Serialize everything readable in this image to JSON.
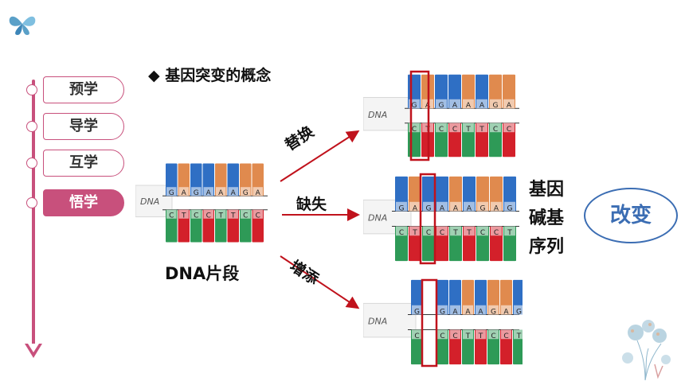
{
  "nav": {
    "items": [
      {
        "label": "预学",
        "active": false
      },
      {
        "label": "导学",
        "active": false
      },
      {
        "label": "互学",
        "active": false
      },
      {
        "label": "悟学",
        "active": true
      }
    ]
  },
  "section_title": "◆ 基因突变的概念",
  "source_fragment_label": "DNA片段",
  "strip_label": "DNA",
  "top_strand_letters": [
    "G",
    "A",
    "G",
    "A",
    "A",
    "A"
  ],
  "bottom_strand_letters": [
    "C",
    "T",
    "C",
    "C",
    "T",
    "T",
    "C"
  ],
  "mutation_types": {
    "substitution": "替换",
    "deletion": "缺失",
    "insertion": "增添"
  },
  "result_label": "基因\n碱基\n序列",
  "result_lines": [
    "基因",
    "碱基",
    "序列"
  ],
  "change_label": "改变",
  "colors": {
    "accent": "#c8507c",
    "arrow": "#c0121c",
    "highlight_box": "#c0121c",
    "oval": "#3b6db3",
    "clip_blue": "#2f6fc4",
    "clip_orange": "#e08a4e",
    "clip_red": "#d3202a",
    "clip_green": "#2e9a57"
  },
  "icons": [
    "butterfly-icon",
    "flower-decoration"
  ]
}
